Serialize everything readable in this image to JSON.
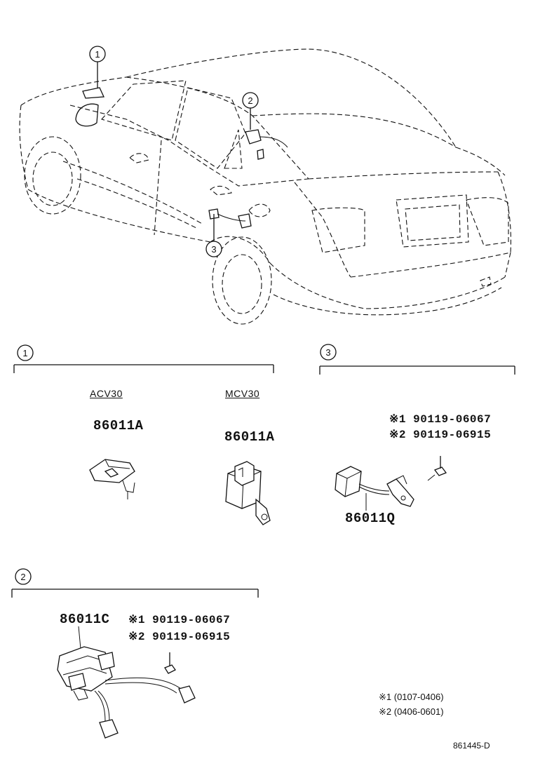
{
  "callouts": {
    "c1": "1",
    "c2": "2",
    "c3": "3"
  },
  "section1": {
    "number": "1",
    "left": {
      "model": "ACV30",
      "part": "86011A"
    },
    "right": {
      "model": "MCV30",
      "part": "86011A"
    }
  },
  "section2": {
    "number": "2",
    "part": "86011C",
    "bolt1": "※1 90119-06067",
    "bolt2": "※2 90119-06915"
  },
  "section3": {
    "number": "3",
    "part": "86011Q",
    "bolt1": "※1 90119-06067",
    "bolt2": "※2 90119-06915"
  },
  "notes": {
    "note1": "※1 (0107-0406)",
    "note2": "※2 (0406-0601)"
  },
  "figure_code": "861445-D"
}
